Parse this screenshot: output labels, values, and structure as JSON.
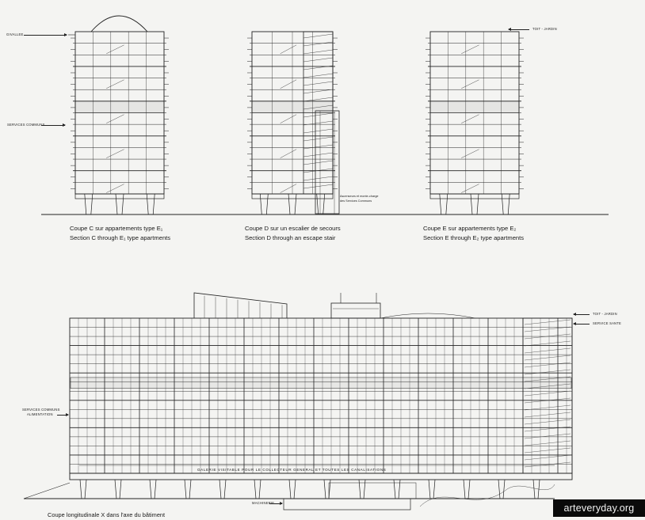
{
  "section_c": {
    "label_top": "GIVALLEE",
    "label_services": "SERVICES COMMUNS",
    "caption_fr": "Coupe C sur appartements type E₁",
    "caption_en": "Section C through E₁ type apartments"
  },
  "section_d": {
    "note_line1": "Ascenseurs et monte-charge",
    "note_line2": "des Services Communs",
    "caption_fr": "Coupe D sur un escalier de secours",
    "caption_en": "Section D through an escape stair"
  },
  "section_e": {
    "label_roof": "TOIT - JARDIN",
    "caption_fr": "Coupe E sur appartements type E₂",
    "caption_en": "Section E through E₂ type apartments"
  },
  "longitudinal": {
    "label_roof": "TOIT - JARDIN",
    "label_health": "SERVICE SANTE",
    "label_services_line1": "SERVICES COMMUNS",
    "label_services_line2": "ALIMENTATION",
    "gallery_text": "GALERIE VISITABLE POUR LE COLLECTEUR GENERAL ET TOUTES LES CANALISATIONS",
    "label_machinery": "MACHINERIE",
    "caption_fr": "Coupe longitudinale X dans l'axe du bâtiment"
  },
  "watermark": "arteveryday.org"
}
